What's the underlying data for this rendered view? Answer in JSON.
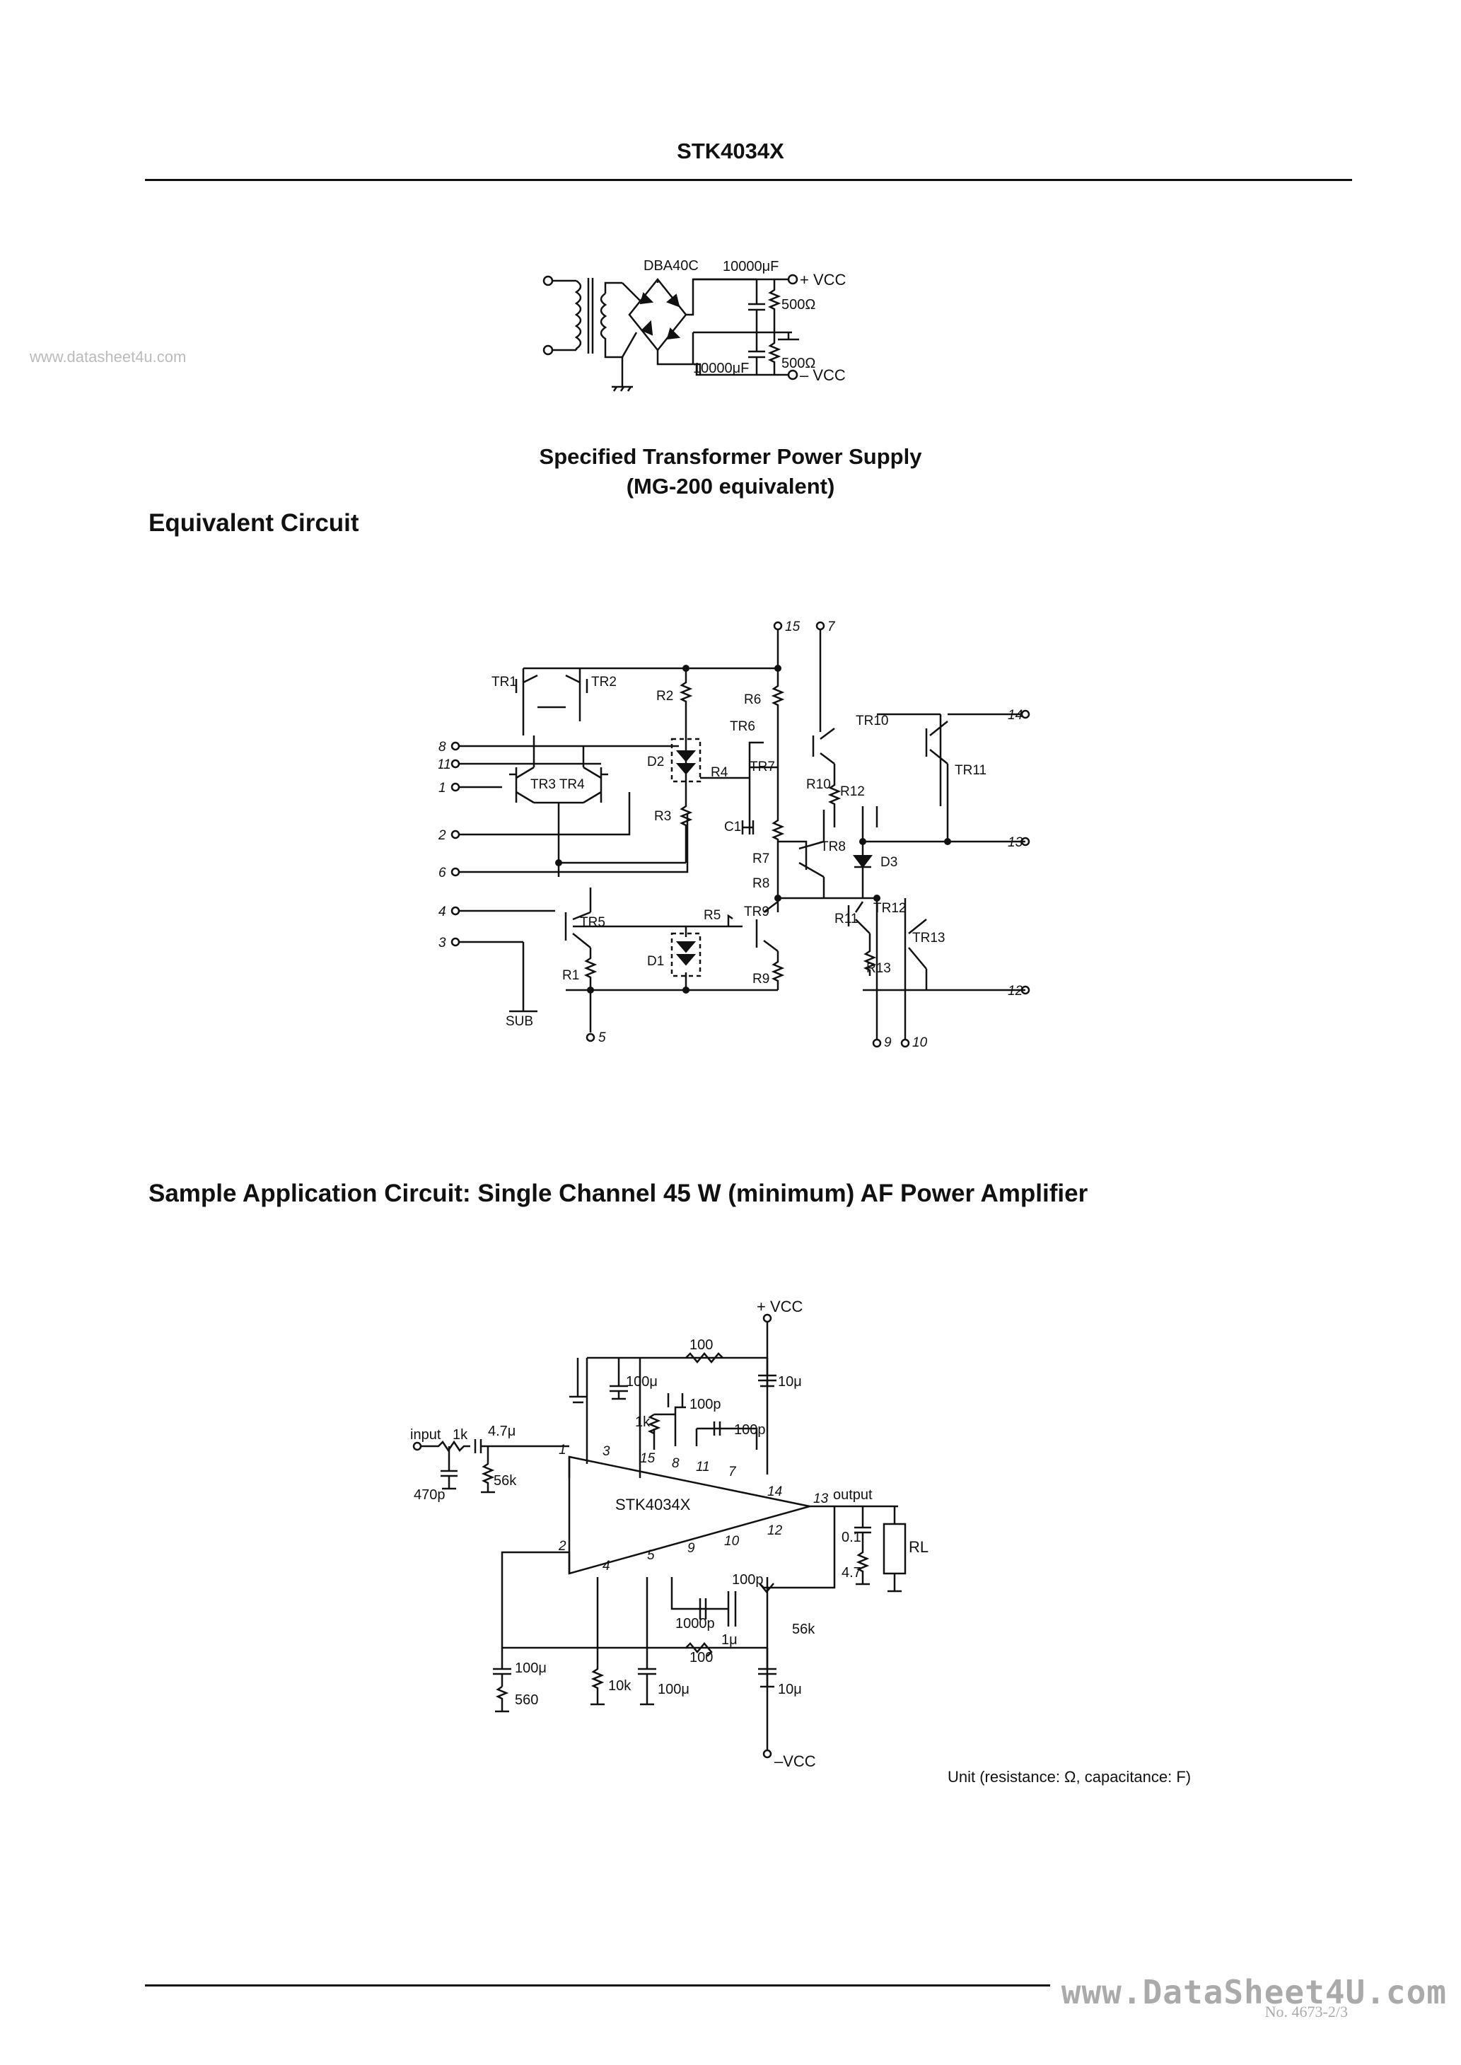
{
  "header": {
    "part_number": "STK4034X"
  },
  "watermark_left": "www.datasheet4u.com",
  "power_supply": {
    "labels": {
      "bridge": "DBA40C",
      "cap_top": "10000μF",
      "cap_bottom": "10000μF",
      "res_top": "500Ω",
      "res_bottom": "500Ω",
      "vcc_pos": "+ VCC",
      "vcc_neg": "– VCC"
    },
    "caption_line1": "Specified Transformer Power Supply",
    "caption_line2": "(MG-200 equivalent)"
  },
  "equivalent_circuit": {
    "heading": "Equivalent Circuit",
    "transistors": [
      "TR1",
      "TR2",
      "TR3 TR4",
      "TR5",
      "TR6",
      "TR7",
      "TR8",
      "TR9",
      "TR10",
      "TR11",
      "TR12",
      "TR13"
    ],
    "resistors": [
      "R1",
      "R2",
      "R3",
      "R4",
      "R5",
      "R6",
      "R7",
      "R8",
      "R9",
      "R10",
      "R11",
      "R12",
      "R13"
    ],
    "diodes": [
      "D1",
      "D2",
      "D3"
    ],
    "capacitors": [
      "C1"
    ],
    "pins": [
      "1",
      "2",
      "3",
      "4",
      "5",
      "6",
      "7",
      "8",
      "9",
      "10",
      "11",
      "12",
      "13",
      "14",
      "15"
    ],
    "sub_label": "SUB"
  },
  "application_circuit": {
    "heading": "Sample Application Circuit: Single Channel 45 W (minimum) AF Power Amplifier",
    "ic_label": "STK4034X",
    "labels": {
      "vcc_pos": "+ VCC",
      "vcc_neg": "–VCC",
      "input": "input",
      "output": "output",
      "r_in": "1k",
      "c_in": "4.7μ",
      "c_470p": "470p",
      "r_56k_in": "56k",
      "r_100_top": "100",
      "c_100u_top": "100μ",
      "c_10u_top": "10μ",
      "r_1k_fb": "1k",
      "c_100p_a": "100p",
      "c_100p_b": "100p",
      "c_100p_c": "100p",
      "c_1000p": "1000p",
      "c_1u": "1μ",
      "r_56k_fb": "56k",
      "r_100_bot": "100",
      "c_100u_b1": "100μ",
      "r_560": "560",
      "r_10k": "10k",
      "c_100u_b2": "100μ",
      "c_10u_bot": "10μ",
      "c_01": "0.1",
      "r_47": "4.7",
      "load": "RL"
    },
    "pins_top": [
      "3",
      "15",
      "8",
      "11",
      "7",
      "14",
      "13"
    ],
    "pins_bottom": [
      "4",
      "5",
      "9",
      "10",
      "12"
    ],
    "pins_left": [
      "1",
      "2"
    ]
  },
  "unit_note": "Unit (resistance: Ω, capacitance: F)",
  "footer": {
    "watermark": "www.DataSheet4U.com",
    "page_number": "No. 4673-2/3"
  }
}
